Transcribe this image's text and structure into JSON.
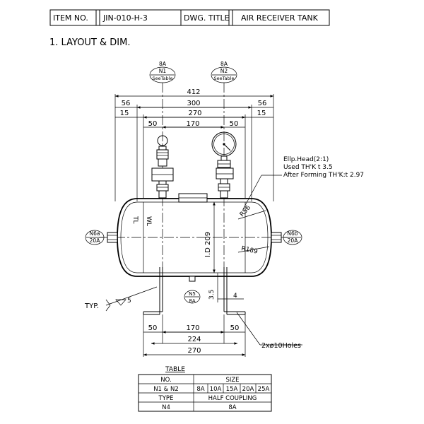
{
  "header": {
    "item_no_label": "ITEM NO.",
    "item_no_value": "JIN-010-H-3",
    "dwg_title_label": "DWG. TITLE",
    "dwg_title_value": "AIR RECEIVER TANK"
  },
  "section_title": "1. LAYOUT & DIM.",
  "nozzles": {
    "n1": {
      "size": "8A",
      "tag": "N1",
      "note": "SeeTable"
    },
    "n2": {
      "size": "8A",
      "tag": "N2",
      "note": "SeeTable"
    },
    "n6a": {
      "tag": "N6a",
      "size": "20A"
    },
    "n6b": {
      "tag": "N6b",
      "size": "20A"
    },
    "n5": {
      "tag": "N5",
      "size": "8A"
    }
  },
  "dims": {
    "overall": "412",
    "left_end": "56",
    "shell": "300",
    "right_end": "56",
    "left_15": "15",
    "inner": "270",
    "right_15": "15",
    "n_left": "50",
    "n_pitch": "170",
    "n_right": "50",
    "inner_dia": "I.D 209",
    "r_knuckle": "R56",
    "r_crown": "R189",
    "h35": "3.5",
    "t4": "4",
    "saddle_left": "50",
    "saddle_pitch": "170",
    "saddle_right": "50",
    "saddle_224": "224",
    "saddle_270": "270"
  },
  "labels": {
    "tl": "TL",
    "wl": "WL",
    "typ": "TYP.",
    "weld": "5",
    "holes": "2xø10Holes",
    "head_1": "Ellp.Head(2:1)",
    "head_2": "Used TH'K t 3.5",
    "head_3": "After Forming TH'K:t 2.97"
  },
  "table": {
    "title": "TABLE",
    "no_label": "NO.",
    "size_label": "SIZE",
    "row1_label": "N1 & N2",
    "sizes": [
      "8A",
      "10A",
      "15A",
      "20A",
      "25A"
    ],
    "type_label": "TYPE",
    "type_value": "HALF COUPLING",
    "n4_label": "N4",
    "n4_value": "8A"
  }
}
